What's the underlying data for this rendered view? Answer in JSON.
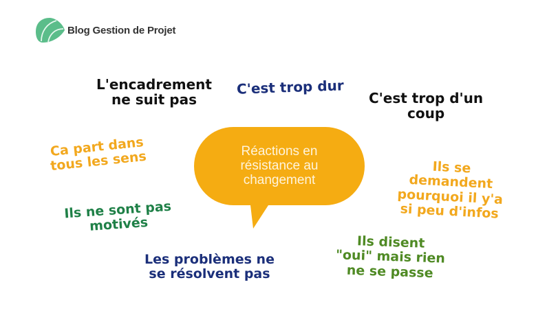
{
  "header": {
    "logo_icon": "leaf-logo-icon",
    "brand_name": "Blog Gestion de Projet",
    "brand_color": "#5bbd8a"
  },
  "center_bubble": {
    "lines": [
      "Réactions en",
      "résistance au",
      "changement"
    ],
    "color": "#f5ac12"
  },
  "reactions": [
    {
      "lines": [
        "L'encadrement",
        "ne suit pas"
      ],
      "color": "#111111"
    },
    {
      "lines": [
        "C'est trop dur"
      ],
      "color": "#1b2f7a"
    },
    {
      "lines": [
        "C'est trop d'un",
        "coup"
      ],
      "color": "#111111"
    },
    {
      "lines": [
        "Ca part dans",
        "tous les sens"
      ],
      "color": "#f2a81e"
    },
    {
      "lines": [
        "Ils se",
        "demandent",
        "pourquoi il y'a",
        "si peu d'infos"
      ],
      "color": "#f2a81e"
    },
    {
      "lines": [
        "Ils ne sont pas",
        "motivés"
      ],
      "color": "#1f8047"
    },
    {
      "lines": [
        "Les problèmes ne",
        "se résolvent pas"
      ],
      "color": "#1b2f7a"
    },
    {
      "lines": [
        "Ils disent",
        "\"oui\" mais rien",
        "ne se passe"
      ],
      "color": "#4f8a24"
    }
  ]
}
